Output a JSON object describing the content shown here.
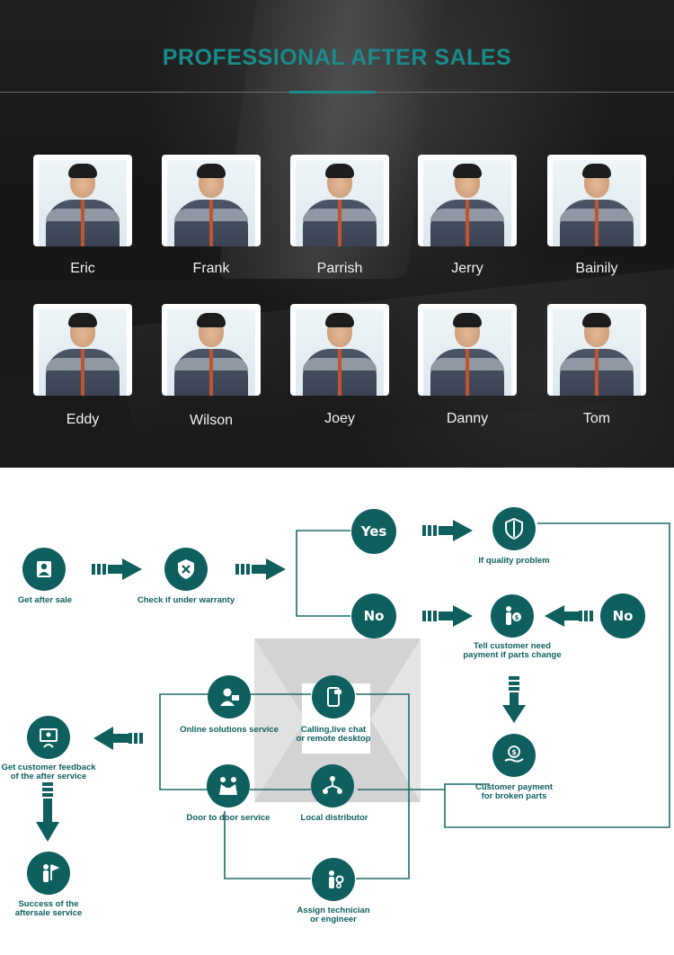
{
  "header": {
    "title": "PROFESSIONAL AFTER SALES"
  },
  "team": [
    {
      "name": "Eric"
    },
    {
      "name": "Frank"
    },
    {
      "name": "Parrish"
    },
    {
      "name": "Jerry"
    },
    {
      "name": "Bainily"
    },
    {
      "name": "Eddy"
    },
    {
      "name": "Wilson"
    },
    {
      "name": "Joey"
    },
    {
      "name": "Danny"
    },
    {
      "name": "Tom"
    }
  ],
  "flow": {
    "get_after_sale": "Get after sale",
    "check_warranty": "Check if under warranty",
    "yes": "Yes",
    "no": "No",
    "quality_problem": "If quality problem",
    "tell_customer_line1": "Tell customer need",
    "tell_customer_line2": "payment if parts change",
    "customer_payment_line1": "Customer payment",
    "customer_payment_line2": "for broken parts",
    "online_solutions": "Online solutions service",
    "calling_line1": "Calling,live chat",
    "calling_line2": "or remote desktop",
    "door_to_door": "Door to door service",
    "local_distributor": "Local distributor",
    "assign_line1": "Assign technician",
    "assign_line2": "or engineer",
    "feedback_line1": "Get customer feedback",
    "feedback_line2": "of the after service",
    "success_line1": "Success of the",
    "success_line2": "aftersale service"
  },
  "colors": {
    "accent": "#1a8a8a",
    "node": "#0f5f5f",
    "line": "#1f6b6b"
  }
}
